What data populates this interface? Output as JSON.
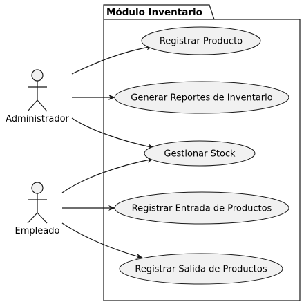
{
  "package": {
    "title": "Módulo Inventario"
  },
  "actors": [
    {
      "id": "admin",
      "name": "Administrador"
    },
    {
      "id": "empleado",
      "name": "Empleado"
    }
  ],
  "use_cases": [
    {
      "id": "uc1",
      "label": "Registrar Producto"
    },
    {
      "id": "uc2",
      "label": "Generar Reportes de Inventario"
    },
    {
      "id": "uc3",
      "label": "Gestionar Stock"
    },
    {
      "id": "uc4",
      "label": "Registrar Entrada de Productos"
    },
    {
      "id": "uc5",
      "label": "Registrar Salida de Productos"
    }
  ],
  "associations": [
    {
      "from": "admin",
      "to": "uc1"
    },
    {
      "from": "admin",
      "to": "uc2"
    },
    {
      "from": "admin",
      "to": "uc3"
    },
    {
      "from": "empleado",
      "to": "uc3"
    },
    {
      "from": "empleado",
      "to": "uc4"
    },
    {
      "from": "empleado",
      "to": "uc5"
    }
  ],
  "colors": {
    "usecase_fill": "#f1f1f1",
    "line": "#181818",
    "actor_fill": "#f1f1f1"
  }
}
